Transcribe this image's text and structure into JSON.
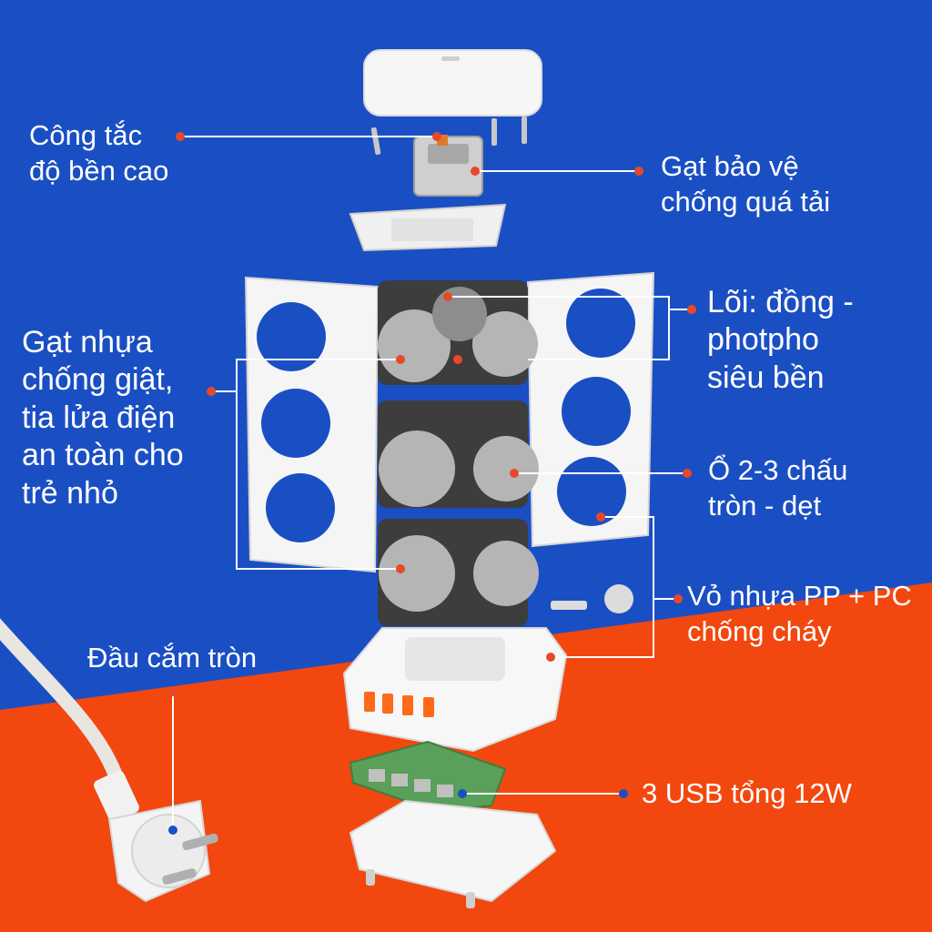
{
  "colors": {
    "background_blue": "#1a4fc4",
    "background_orange": "#f2470f",
    "label_text": "#ffffff",
    "leader_line": "#ffffff",
    "marker_dot": "#e8482a",
    "usb_dot": "#1a4fc4",
    "product_white": "#f4f4f4",
    "socket_dark": "#3d3d3d",
    "socket_face": "#b5b5b5",
    "usb_port": "#ff6a1a",
    "pcb_green": "#5aa05a"
  },
  "labels": {
    "switch": {
      "lines": [
        "Công tắc",
        "độ bền cao"
      ]
    },
    "overload": {
      "lines": [
        "Gạt bảo vệ",
        "chống quá tải"
      ]
    },
    "core": {
      "lines": [
        "Lõi: đồng -",
        "photpho",
        "siêu bền"
      ]
    },
    "shutter": {
      "lines": [
        "Gạt nhựa",
        "chống giật,",
        "tia lửa điện",
        "an toàn cho",
        "trẻ nhỏ"
      ]
    },
    "socket_type": {
      "lines": [
        "Ổ 2-3 chấu",
        "tròn - dẹt"
      ]
    },
    "housing": {
      "lines": [
        "Vỏ nhựa PP + PC",
        "chống cháy"
      ]
    },
    "plug": {
      "lines": [
        "Đầu cắm tròn"
      ]
    },
    "usb": {
      "lines": [
        "3 USB tổng 12W"
      ]
    }
  },
  "icons": {
    "plug": "round-plug-icon",
    "tower": "power-strip-tower-icon",
    "marker": "callout-dot-icon"
  }
}
